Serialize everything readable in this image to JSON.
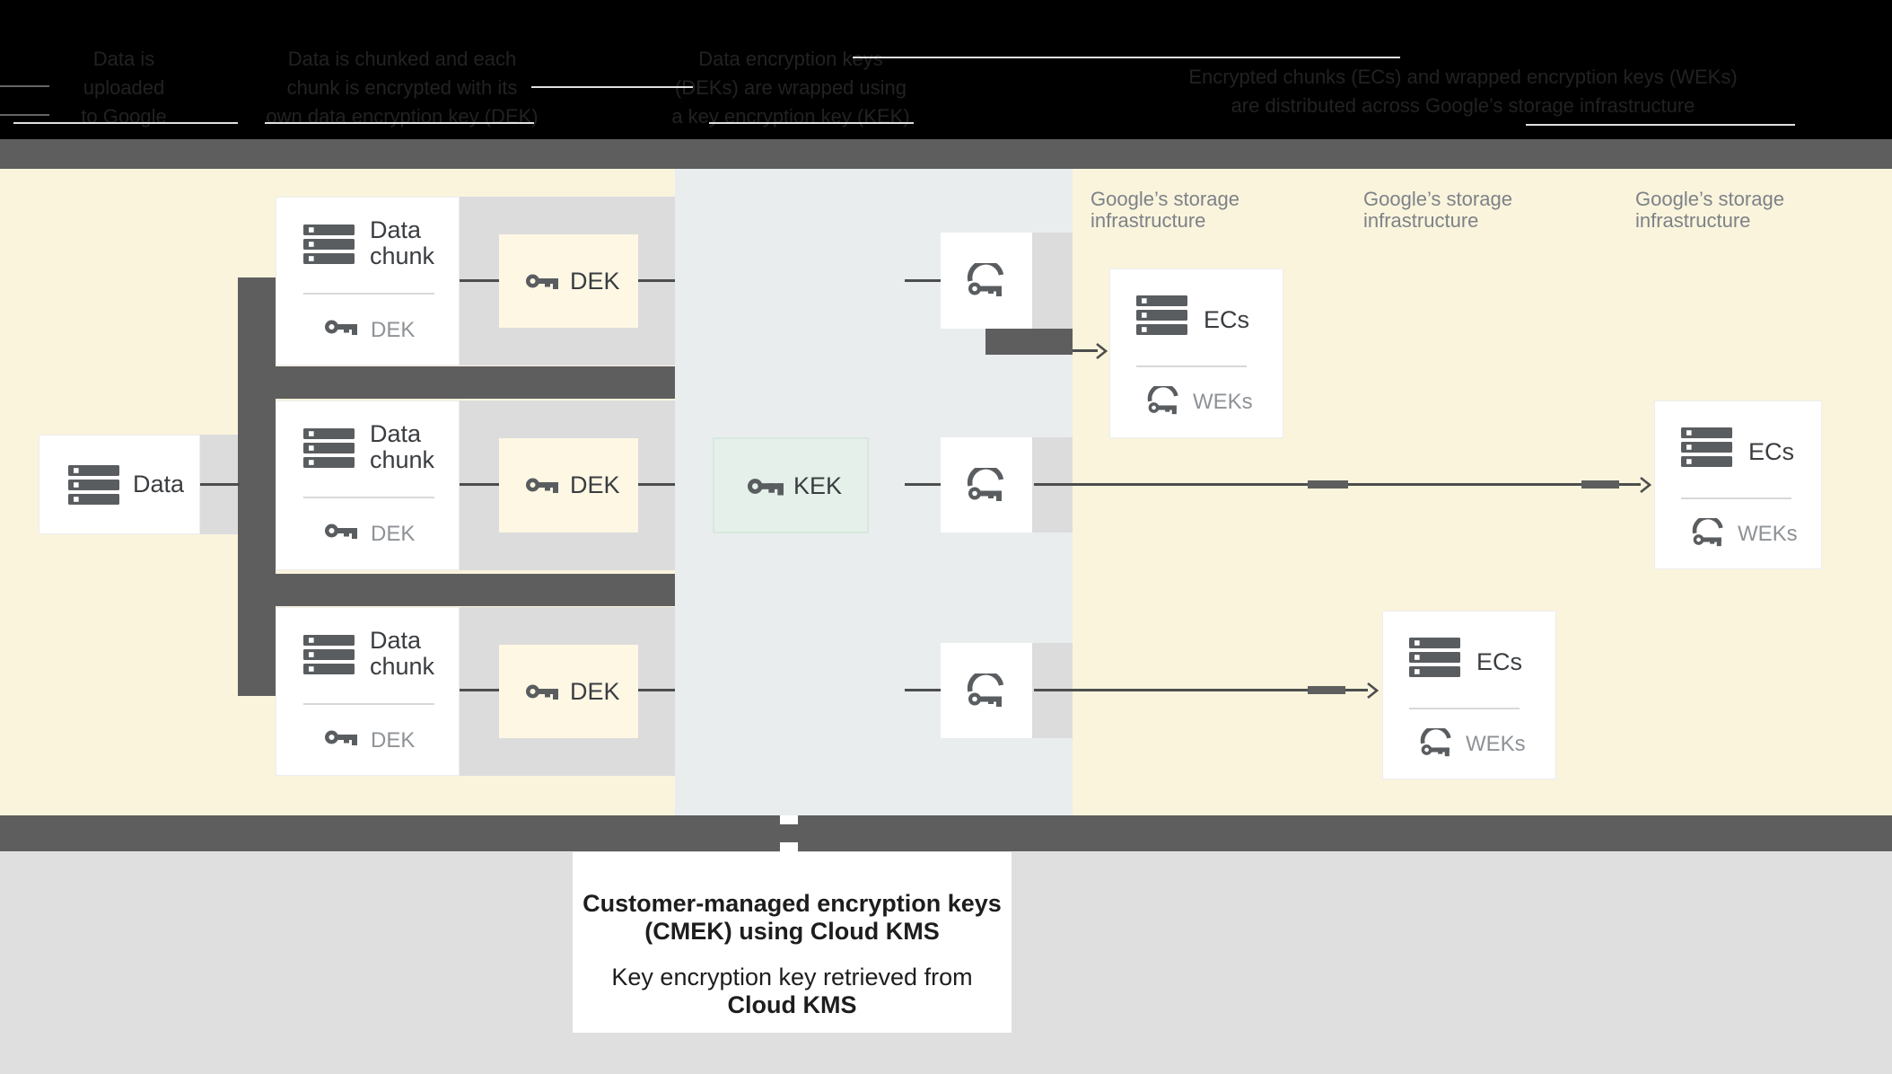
{
  "banner": {
    "columns": [
      {
        "lines": [
          "Data is",
          "uploaded",
          "to Google"
        ]
      },
      {
        "lines": [
          "Data is chunked and each",
          "chunk is encrypted with its",
          "own data encryption key (DEK)"
        ]
      },
      {
        "lines": [
          "Data encryption keys",
          "(DEKs) are wrapped using",
          "a key encryption key (KEK)"
        ]
      },
      {
        "lines": [
          "Encrypted chunks (ECs) and wrapped encryption keys (WEKs)",
          "are distributed across Google’s storage infrastructure"
        ]
      }
    ]
  },
  "diagram": {
    "data_box": {
      "label": "Data"
    },
    "chunk_box": {
      "title_line1": "Data",
      "title_line2": "chunk",
      "key_label": "DEK"
    },
    "dek_box": {
      "label": "DEK"
    },
    "kek_box": {
      "label": "KEK"
    },
    "ecs_box": {
      "label": "ECs",
      "key_label": "WEKs"
    },
    "storage_heading": {
      "line1": "Google’s storage",
      "line2": "infrastructure"
    }
  },
  "footer": {
    "title_line1": "Customer-managed encryption keys",
    "title_line2": "(CMEK) using Cloud KMS",
    "body_line1": "Key encryption key retrieved from",
    "body_line2": "Cloud KMS"
  },
  "colors": {
    "cream": "#faf4dd",
    "dek_fill": "#fdf7e4",
    "kms_zone": "#e9edee",
    "kek_fill": "#e4f0e9",
    "kek_border": "#d9e7de",
    "strip": "#dcdcdc",
    "band": "#5e5e5e",
    "icon": "#5a5d60",
    "line": "#4c4e4d",
    "text_dark": "#3a3d40",
    "text_gray": "#8e9296",
    "heading_gray": "#7d8287",
    "bottom_bg": "#dfdfdf"
  }
}
